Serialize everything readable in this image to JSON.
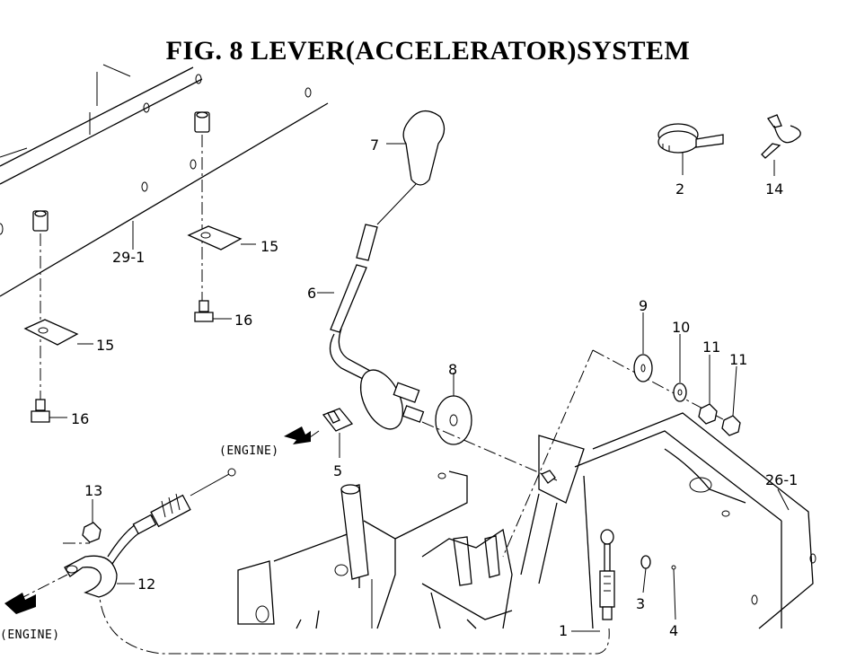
{
  "title": "FIG. 8 LEVER(ACCELERATOR)SYSTEM",
  "callouts": {
    "c1": "1",
    "c2": "2",
    "c3": "3",
    "c4": "4",
    "c5": "5",
    "c6": "6",
    "c7": "7",
    "c8": "8",
    "c9": "9",
    "c10": "10",
    "c11a": "11",
    "c11b": "11",
    "c12": "12",
    "c13": "13",
    "c14": "14",
    "c15a": "15",
    "c15b": "15",
    "c16a": "16",
    "c16b": "16",
    "c26": "26-1",
    "c29": "29-1"
  },
  "engine_labels": {
    "upper": "(ENGINE)",
    "lower": "(ENGINE)"
  }
}
